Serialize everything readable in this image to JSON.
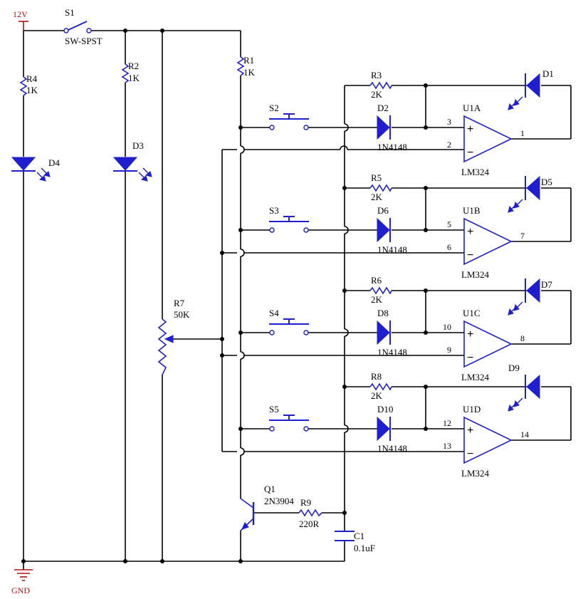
{
  "power": {
    "vcc": "12V",
    "gnd": "GND"
  },
  "switch": {
    "ref": "S1",
    "type": "SW-SPST"
  },
  "resistors": {
    "r1": {
      "ref": "R1",
      "value": "1K"
    },
    "r2": {
      "ref": "R2",
      "value": "1K"
    },
    "r4": {
      "ref": "R4",
      "value": "1K"
    },
    "r7": {
      "ref": "R7",
      "value": "50K"
    },
    "r9": {
      "ref": "R9",
      "value": "220R"
    }
  },
  "leds": {
    "d3": "D3",
    "d4": "D4"
  },
  "transistor": {
    "ref": "Q1",
    "part": "2N3904"
  },
  "capacitor": {
    "ref": "C1",
    "value": "0.1uF"
  },
  "channels": [
    {
      "switch": "S2",
      "resistor": "R3",
      "resistor_value": "2K",
      "diode": "D2",
      "diode_part": "1N4148",
      "led": "D1",
      "opamp": "U1A",
      "opamp_part": "LM324",
      "pin_plus": "3",
      "pin_minus": "2",
      "pin_out": "1"
    },
    {
      "switch": "S3",
      "resistor": "R5",
      "resistor_value": "2K",
      "diode": "D6",
      "diode_part": "1N4148",
      "led": "D5",
      "opamp": "U1B",
      "opamp_part": "LM324",
      "pin_plus": "5",
      "pin_minus": "6",
      "pin_out": "7"
    },
    {
      "switch": "S4",
      "resistor": "R6",
      "resistor_value": "2K",
      "diode": "D8",
      "diode_part": "1N4148",
      "led": "D7",
      "opamp": "U1C",
      "opamp_part": "LM324",
      "pin_plus": "10",
      "pin_minus": "9",
      "pin_out": "8"
    },
    {
      "switch": "S5",
      "resistor": "R8",
      "resistor_value": "2K",
      "diode": "D10",
      "diode_part": "1N4148",
      "led": "D9",
      "opamp": "U1D",
      "opamp_part": "LM324",
      "pin_plus": "12",
      "pin_minus": "13",
      "pin_out": "14"
    }
  ],
  "colors": {
    "component": "#1f1fd0",
    "wire": "#000000",
    "power_label": "#c01010"
  }
}
